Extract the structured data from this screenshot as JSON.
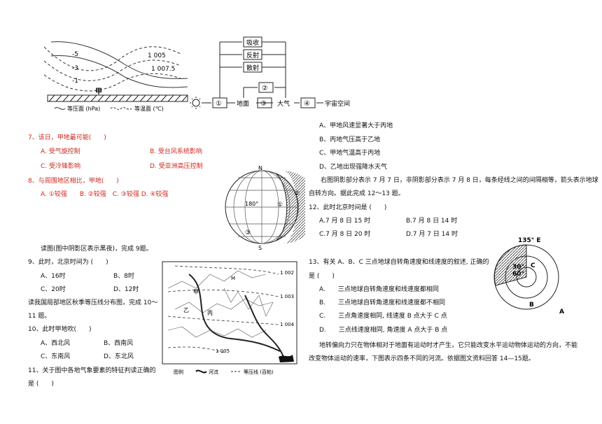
{
  "fig_isobar": {
    "labels": [
      "-5",
      "-3",
      "-1",
      "1 005",
      "1 007.5"
    ],
    "jia": "甲",
    "legend_pressure": "等压面 (hPa)",
    "legend_temp": "等温面 (℃)"
  },
  "fig_radiation": {
    "absorb": "吸收",
    "reflect": "反射",
    "scatter": "散射",
    "n1": "①",
    "n2": "②",
    "n3": "③",
    "n4": "④",
    "ground": "地面",
    "atmosphere": "大气",
    "space": "宇宙空间"
  },
  "q7": {
    "stem": "7、该日，甲地最可能(　　)",
    "a": "A. 受气旋控制",
    "b": "B. 受台风系统影响",
    "c": "C. 受冷锋影响",
    "d": "D. 受亚洲高压控制"
  },
  "q8": {
    "stem": "8、与周围地区相比，甲地(　　)",
    "options": "A. ①较强　　B. ②较强　C. ③较强 D. ④较强"
  },
  "globe": {
    "n": "N",
    "s": "S",
    "lon": "180°",
    "c1": "①",
    "c2": "②",
    "c3": "③"
  },
  "q9_intro": "读图(图中阴影区表示黑夜)，完成 9题。",
  "q9": {
    "stem": "9、此时，北京时间为 (　　)",
    "a": "A、16时",
    "b": "B、8时",
    "c": "C、20时",
    "d": "D、12时"
  },
  "q10_intro_line1": "读我国局部地区秋季等压线分布图，完成 10～",
  "q10_intro_line2": "11 题。",
  "q10": {
    "stem": "10、此时甲地吹(　　)",
    "a": "A、西北风",
    "b": "B、西南风",
    "c": "C、东南风",
    "d": "D、东北风"
  },
  "q11": {
    "stem_line1": "11、关于图中各地气象要素的特征判读正确的",
    "stem_line2": "是 (　　)",
    "a": "A、甲地风速显著大于丙地",
    "b": "B、丙地气压高于乙地",
    "c": "C、甲地气温高于丙地",
    "d": "D、乙地出现强降水天气"
  },
  "map": {
    "iso_labels": [
      "1 002",
      "1 003",
      "1 004",
      "1 005"
    ],
    "jia": "甲",
    "yi": "乙",
    "bing": "丙",
    "m": "M",
    "legend_title": "图例",
    "legend_river": "河流",
    "legend_isobar": "等压线 (百帕)"
  },
  "q12_intro_line1": "右图阴影部分表示 7 月 7 日，非阴影部分表示 7 月 8 日，每条经线之间的间隔相等，箭头表示地球",
  "q12_intro_line2": "自转方向。据此完成 12～13 题。",
  "q12": {
    "stem": "12、此时北京时间是 (　　)",
    "a": "A.7 月 8 日 15 时",
    "b": "B.7 月 8 日 14 时",
    "c": "C.7 月 8 日 20 时",
    "d": "D.7 月 7 日 14 时"
  },
  "polar": {
    "lon": "135° E",
    "lat30": "30°",
    "lat60": "60°",
    "a": "A",
    "b": "B",
    "c": "C"
  },
  "q13": {
    "stem_line1": "13、有关 A、B、C 三点地球自转角速度和线速度的叙述, 正确的",
    "stem_line2": "是 (　　)",
    "a": "A.　　三点地球自转角速度和线速度都相同",
    "b": "B.　　三点地球自转角速度和线速度都不相同",
    "c": "C.　　三点角速度相同, 线速度 B 点大于 C 点",
    "d": "D.　　三点线速度相同, 角速度 A 点大于 B 点"
  },
  "q14_intro_line1": "地转偏向力只在物体相对于地面有运动时才产生，它只能改变水平运动物体运动的方向，不能",
  "q14_intro_line2": "改变物体运动的速率，下图表示四条不同的河流。依据图文资料回答 14—15题。"
}
